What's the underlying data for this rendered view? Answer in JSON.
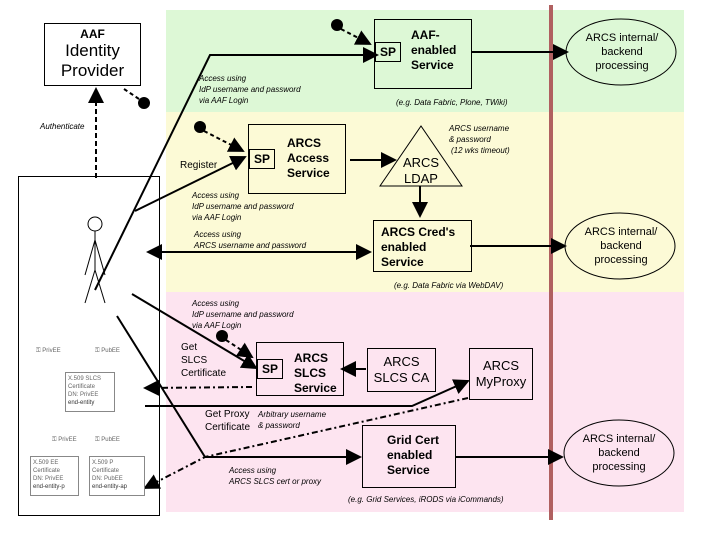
{
  "idp": {
    "line1": "AAF",
    "line2": "Identity",
    "line3": "Provider"
  },
  "authenticate_label": "Authenticate",
  "zones": {
    "green": "#ddf8d6",
    "yellow": "#fcfad6",
    "pink": "#fde4f0",
    "divider": "#b06060"
  },
  "aaf_service": {
    "sp": "SP",
    "title_lines": [
      "AAF-",
      "enabled",
      "Service"
    ],
    "example": "(e.g. Data Fabric, Plone, TWiki)",
    "access_note": [
      "Access using",
      "IdP username and password",
      "via AAF Login"
    ]
  },
  "arcs_access": {
    "sp": "SP",
    "title_lines": [
      "ARCS",
      "Access",
      "Service"
    ],
    "register_label": "Register",
    "access_note": [
      "Access using",
      "IdP username and password",
      "via AAF Login"
    ]
  },
  "ldap": {
    "title_lines": [
      "ARCS",
      "LDAP"
    ],
    "note": [
      "ARCS username",
      "& password",
      "(12 wks timeout)"
    ]
  },
  "creds_service": {
    "title_lines": [
      "ARCS Cred's",
      "enabled",
      "Service"
    ],
    "example": "(e.g. Data Fabric via WebDAV)",
    "access_note": [
      "Access using",
      "ARCS username and password"
    ]
  },
  "slcs_service": {
    "sp": "SP",
    "title_lines": [
      "ARCS",
      "SLCS",
      "Service"
    ],
    "get_label": [
      "Get",
      "SLCS",
      "Certificate"
    ],
    "access_note": [
      "Access using",
      "IdP username and password",
      "via AAF Login"
    ]
  },
  "slcs_ca": {
    "title_lines": [
      "ARCS",
      "SLCS CA"
    ]
  },
  "myproxy": {
    "title_lines": [
      "ARCS",
      "MyProxy"
    ],
    "get_label": [
      "Get Proxy",
      "Certificate"
    ],
    "note": [
      "Arbitrary username",
      "& password"
    ]
  },
  "grid_service": {
    "title_lines": [
      "Grid Cert",
      "enabled",
      "Service"
    ],
    "example": "(e.g. Grid Services, iRODS via iCommands)",
    "access_note": [
      "Access using",
      "ARCS SLCS cert or proxy"
    ]
  },
  "backend": {
    "lines": [
      "ARCS internal/",
      "backend",
      "processing"
    ]
  },
  "certs": {
    "keys_top": [
      "PrivEE",
      "PubEE"
    ],
    "cert1": {
      "l1": "X.509",
      "l2": "Certificate",
      "badge": "SLCS",
      "dn": "DN:",
      "key": "PrivEE",
      "label": "end-entity"
    },
    "keys_bottom": [
      "PrivEE",
      "PubEE"
    ],
    "cert2": {
      "l1": "X.509",
      "l2": "Certificate",
      "badge": "EE",
      "dn": "DN:",
      "key": "PrivEE",
      "label": "end-entity-p"
    },
    "cert3": {
      "l1": "X.509",
      "l2": "Certificate",
      "badge": "P",
      "dn": "DN:",
      "key": "PubEE",
      "label": "end-entity-ap"
    }
  }
}
